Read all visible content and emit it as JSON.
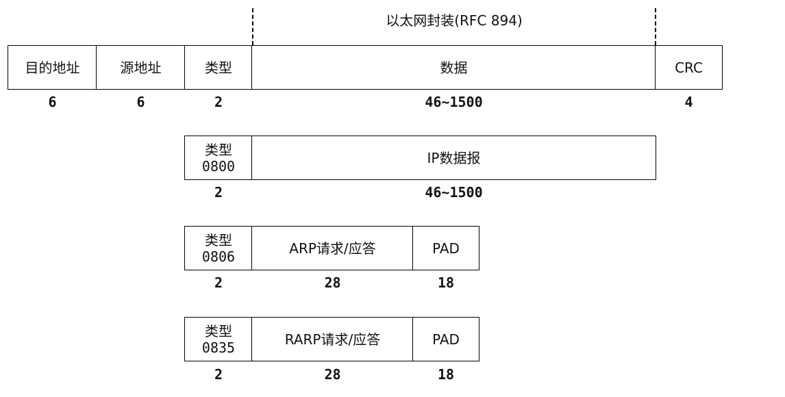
{
  "title": "以太网封装(RFC 894)",
  "frame": {
    "fields": [
      "目的地址",
      "源地址",
      "类型",
      "数据",
      "CRC"
    ],
    "sizes": [
      "6",
      "6",
      "2",
      "46~1500",
      "4"
    ]
  },
  "ip": {
    "type_label": "类型",
    "type_code": "0800",
    "payload": "IP数据报",
    "sizes": [
      "2",
      "46~1500"
    ]
  },
  "arp": {
    "type_label": "类型",
    "type_code": "0806",
    "payload": "ARP请求/应答",
    "pad": "PAD",
    "sizes": [
      "2",
      "28",
      "18"
    ]
  },
  "rarp": {
    "type_label": "类型",
    "type_code": "0835",
    "payload": "RARP请求/应答",
    "pad": "PAD",
    "sizes": [
      "2",
      "28",
      "18"
    ]
  }
}
